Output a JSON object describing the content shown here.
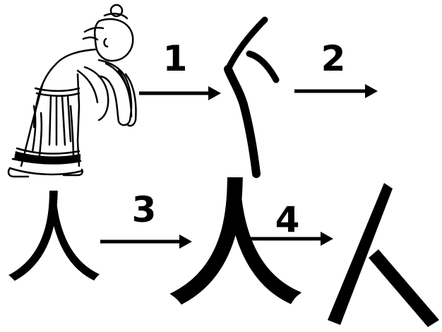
{
  "steps": [
    {
      "number": "1"
    },
    {
      "number": "2"
    },
    {
      "number": "3"
    },
    {
      "number": "4"
    }
  ],
  "characters": {
    "oracle_bone": "人",
    "kaishu": "人",
    "lishu": "人",
    "modern_stroke": "人"
  },
  "colors": {
    "ink": "#000000",
    "paper": "#ffffff"
  },
  "icons": [
    "bowing-person-illustration",
    "arrow-right-icon"
  ]
}
